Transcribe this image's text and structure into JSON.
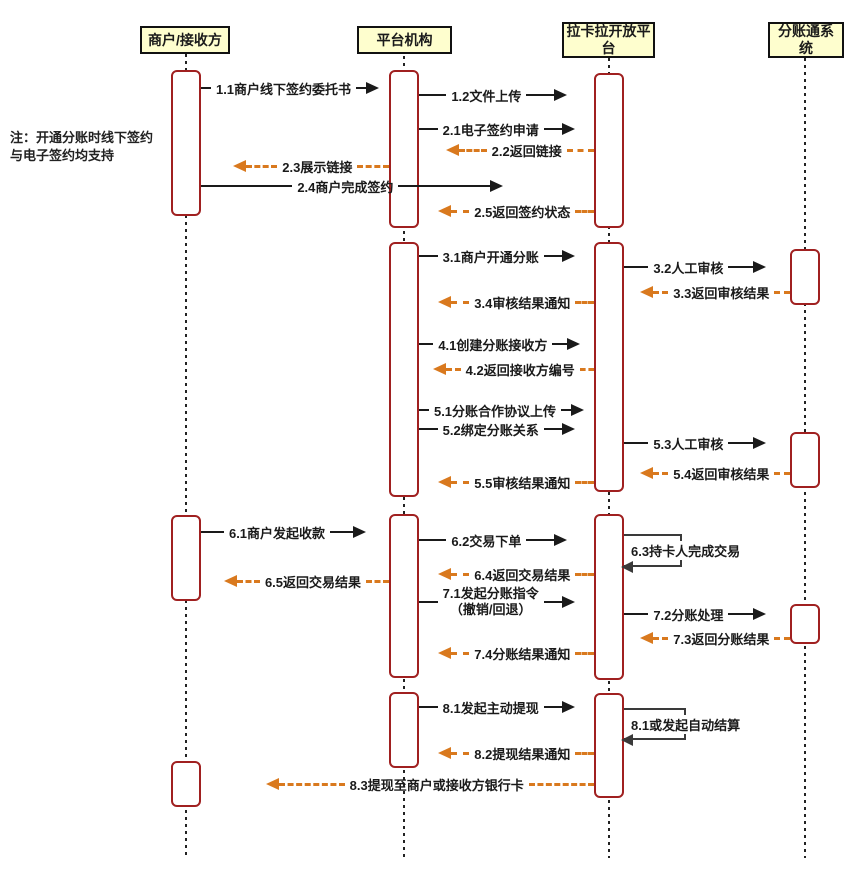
{
  "diagram_type": "sequence",
  "colors": {
    "actor_fill": "#FEFECE",
    "actor_border": "#111111",
    "activation_border": "#A02020",
    "activation_fill": "#FFFFFF",
    "solid_arrow": "#1A1A1A",
    "dashed_arrow": "#D9791E",
    "self_arrow": "#3A3A3A",
    "label_text": "#1A1A1A",
    "background": "#FFFFFF"
  },
  "actors": [
    {
      "id": "merchant",
      "label": "商户/接收方"
    },
    {
      "id": "platform",
      "label": "平台机构"
    },
    {
      "id": "lakala",
      "label": "拉卡拉开放平台"
    },
    {
      "id": "splitpay",
      "label": "分账通系统"
    }
  ],
  "note": {
    "text": "注：开通分账时线下签约与电子签约均支持"
  },
  "messages": [
    {
      "label": "1.1商户线下签约委托书",
      "from": "merchant",
      "to": "platform",
      "style": "solid"
    },
    {
      "label": "1.2文件上传",
      "from": "platform",
      "to": "lakala",
      "style": "solid"
    },
    {
      "label": "2.1电子签约申请",
      "from": "platform",
      "to": "lakala",
      "style": "solid"
    },
    {
      "label": "2.2返回链接",
      "from": "lakala",
      "to": "platform",
      "style": "dashed"
    },
    {
      "label": "2.3展示链接",
      "from": "platform",
      "to": "merchant",
      "style": "dashed"
    },
    {
      "label": "2.4商户完成签约",
      "from": "merchant",
      "to": "lakala",
      "style": "solid"
    },
    {
      "label": "2.5返回签约状态",
      "from": "lakala",
      "to": "platform",
      "style": "dashed"
    },
    {
      "label": "3.1商户开通分账",
      "from": "platform",
      "to": "lakala",
      "style": "solid"
    },
    {
      "label": "3.2人工审核",
      "from": "lakala",
      "to": "splitpay",
      "style": "solid"
    },
    {
      "label": "3.3返回审核结果",
      "from": "splitpay",
      "to": "lakala",
      "style": "dashed"
    },
    {
      "label": "3.4审核结果通知",
      "from": "lakala",
      "to": "platform",
      "style": "dashed"
    },
    {
      "label": "4.1创建分账接收方",
      "from": "platform",
      "to": "lakala",
      "style": "solid"
    },
    {
      "label": "4.2返回接收方编号",
      "from": "lakala",
      "to": "platform",
      "style": "dashed"
    },
    {
      "label": "5.1分账合作协议上传",
      "from": "platform",
      "to": "lakala",
      "style": "solid"
    },
    {
      "label": "5.2绑定分账关系",
      "from": "platform",
      "to": "lakala",
      "style": "solid"
    },
    {
      "label": "5.3人工审核",
      "from": "lakala",
      "to": "splitpay",
      "style": "solid"
    },
    {
      "label": "5.4返回审核结果",
      "from": "splitpay",
      "to": "lakala",
      "style": "dashed"
    },
    {
      "label": "5.5审核结果通知",
      "from": "lakala",
      "to": "platform",
      "style": "dashed"
    },
    {
      "label": "6.1商户发起收款",
      "from": "merchant",
      "to": "platform",
      "style": "solid"
    },
    {
      "label": "6.2交易下单",
      "from": "platform",
      "to": "lakala",
      "style": "solid"
    },
    {
      "label": "6.4返回交易结果",
      "from": "lakala",
      "to": "platform",
      "style": "dashed"
    },
    {
      "label": "6.5返回交易结果",
      "from": "platform",
      "to": "merchant",
      "style": "dashed"
    },
    {
      "label": "7.1发起分账指令",
      "label2": "（撤销/回退）",
      "from": "platform",
      "to": "lakala",
      "style": "solid"
    },
    {
      "label": "7.2分账处理",
      "from": "lakala",
      "to": "splitpay",
      "style": "solid"
    },
    {
      "label": "7.3返回分账结果",
      "from": "splitpay",
      "to": "lakala",
      "style": "dashed"
    },
    {
      "label": "7.4分账结果通知",
      "from": "lakala",
      "to": "platform",
      "style": "dashed"
    },
    {
      "label": "8.1发起主动提现",
      "from": "platform",
      "to": "lakala",
      "style": "solid"
    },
    {
      "label": "8.2提现结果通知",
      "from": "lakala",
      "to": "platform",
      "style": "dashed"
    },
    {
      "label": "8.3提现至商户或接收方银行卡",
      "from": "lakala",
      "to": "merchant",
      "style": "dashed"
    }
  ],
  "self_messages": [
    {
      "label": "6.3持卡人完成交易",
      "on": "lakala"
    },
    {
      "label": "8.1或发起自动结算",
      "on": "lakala"
    }
  ]
}
